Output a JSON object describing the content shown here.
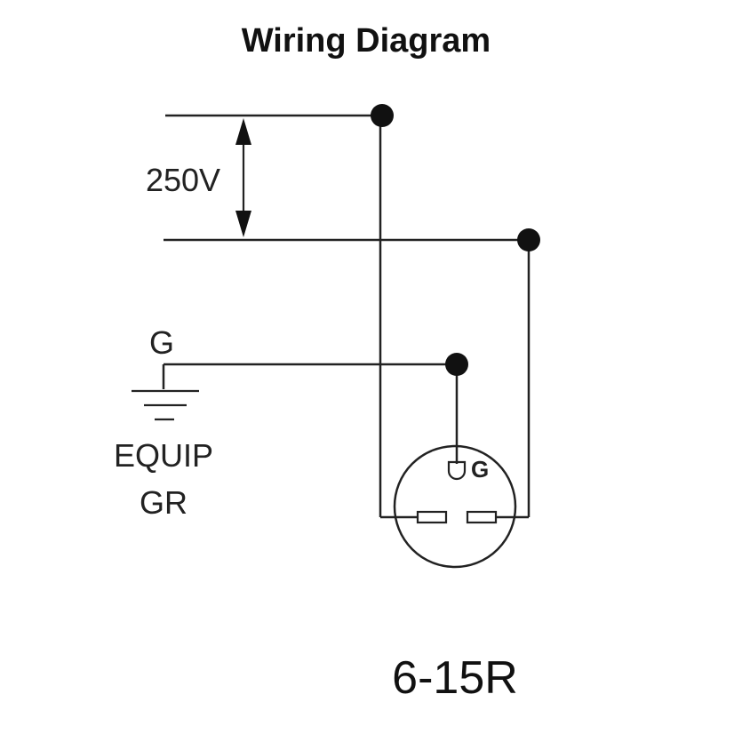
{
  "title": "Wiring Diagram",
  "voltage": "250V",
  "ground": {
    "symbol_label": "G",
    "equipment_label_line1": "EQUIP",
    "equipment_label_line2": "GR"
  },
  "receptacle": {
    "ground_pin_label": "G",
    "model": "6-15R"
  },
  "colors": {
    "line": "#222222",
    "node": "#111111",
    "background": "#ffffff"
  }
}
